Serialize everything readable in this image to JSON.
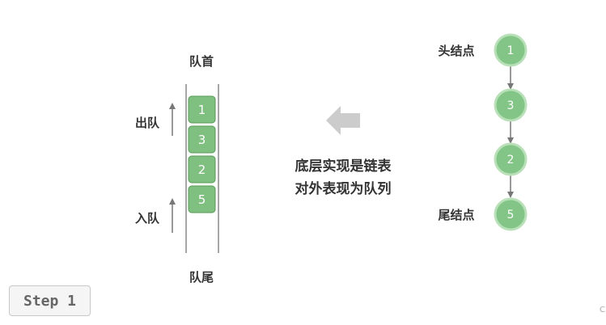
{
  "queue": {
    "head_label": "队首",
    "tail_label": "队尾",
    "dequeue_label": "出队",
    "enqueue_label": "入队",
    "cells": [
      "1",
      "3",
      "2",
      "5"
    ]
  },
  "center_text": {
    "line1": "底层实现是链表",
    "line2": "对外表现为队列"
  },
  "linked_list": {
    "head_label": "头结点",
    "tail_label": "尾结点",
    "nodes": [
      "1",
      "3",
      "2",
      "5"
    ]
  },
  "step": {
    "label": "Step 1"
  },
  "corner": {
    "mark": "C"
  },
  "colors": {
    "cell_fill": "#7fbf7f",
    "cell_stroke": "#5a9a5a",
    "node_fill": "#82c586",
    "node_ring": "#b9e0b9",
    "arrow_gray": "#777777",
    "big_arrow": "#cccccc",
    "wall": "#8a8a8a"
  },
  "icons": {
    "big_arrow": "left-arrow-icon",
    "dequeue_arrow": "up-arrow-icon",
    "enqueue_arrow": "up-arrow-icon"
  }
}
